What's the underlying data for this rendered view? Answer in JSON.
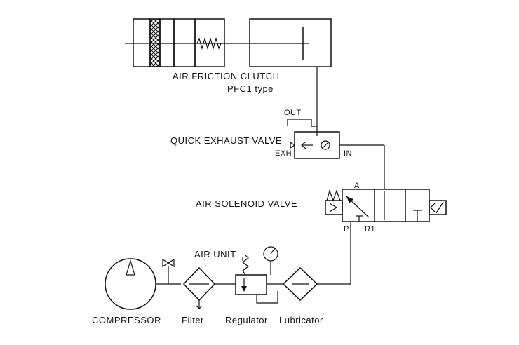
{
  "labels": {
    "air_friction_clutch": "AIR FRICTION CLUTCH",
    "pfc1_type": "PFC1 type",
    "out": "OUT",
    "quick_exhaust_valve": "QUICK EXHAUST VALVE",
    "exh": "EXH",
    "in": "IN",
    "air_solenoid_valve": "AIR SOLENOID VALVE",
    "port_a": "A",
    "port_p": "P",
    "port_r1": "R1",
    "air_unit": "AIR UNIT",
    "compressor": "COMPRESSOR",
    "filter": "Filter",
    "regulator": "Regulator",
    "lubricator": "Lubricator"
  }
}
